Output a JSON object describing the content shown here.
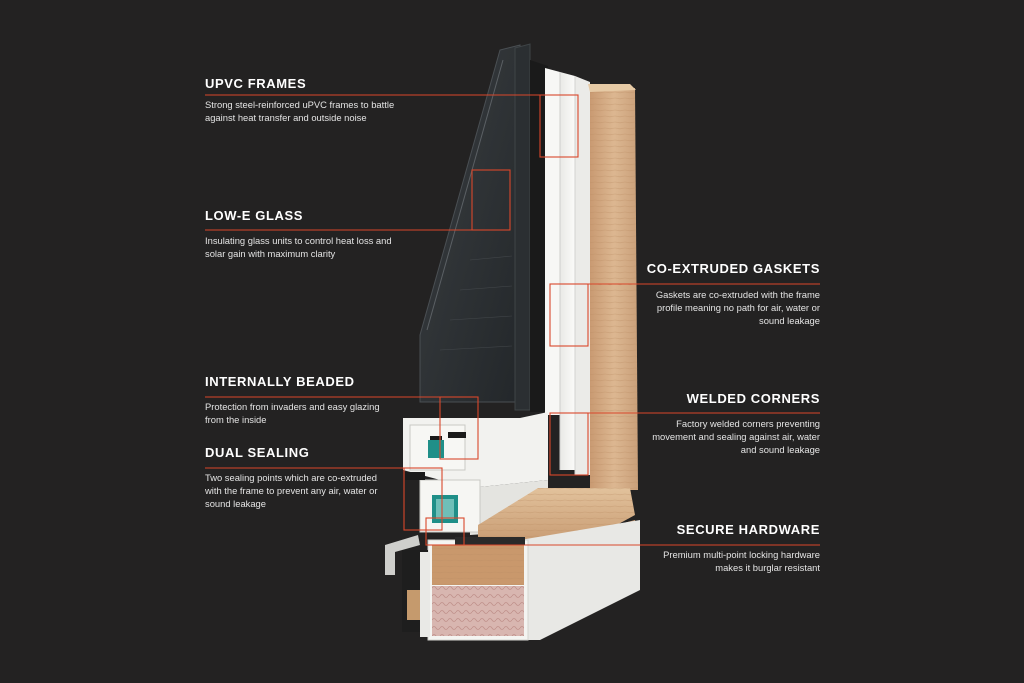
{
  "colors": {
    "background": "#232222",
    "accent_line": "#d9472b",
    "heading_text": "#ffffff",
    "body_text": "#e4e4e4",
    "wood": "#d8b08a",
    "upvc": "#f4f4f2",
    "glass": "#2c2f31",
    "gasket": "#1a1a1a",
    "insert_teal": "#1f8f88"
  },
  "callouts": {
    "upvc_frames": {
      "title": "UPVC FRAMES",
      "description": "Strong steel-reinforced uPVC frames to battle against heat transfer and outside noise"
    },
    "low_e_glass": {
      "title": "LOW-E GLASS",
      "description": "Insulating glass units to control heat loss and solar gain with maximum clarity"
    },
    "internally_beaded": {
      "title": "INTERNALLY BEADED",
      "description": "Protection from invaders and easy glazing from the inside"
    },
    "dual_sealing": {
      "title": "DUAL SEALING",
      "description": "Two sealing points which are co-extruded with the frame to prevent any air, water or sound leakage"
    },
    "co_extruded_gaskets": {
      "title": "CO-EXTRUDED GASKETS",
      "description": "Gaskets are co-extruded with the frame profile meaning no path for air, water or sound leakage"
    },
    "welded_corners": {
      "title": "WELDED CORNERS",
      "description": "Factory welded corners preventing movement and sealing against air, water and sound leakage"
    },
    "secure_hardware": {
      "title": "SECURE HARDWARE",
      "description": "Premium multi-point locking hardware makes it burglar resistant"
    }
  }
}
